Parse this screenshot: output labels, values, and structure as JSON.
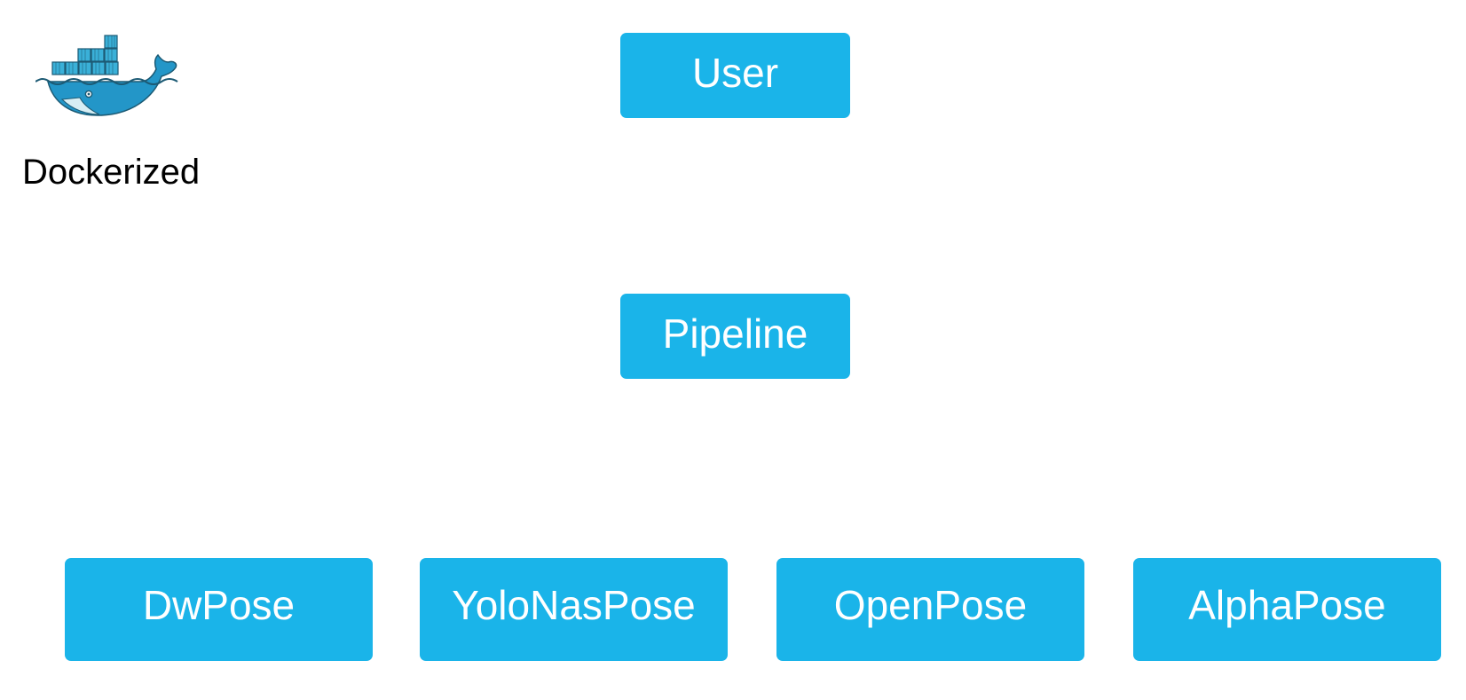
{
  "colors": {
    "node_fill": "#1ab4e9",
    "node_text": "#ffffff",
    "caption_text": "#000000",
    "whale_body": "#2396c8",
    "container_fill": "#3ab0d8",
    "container_stroke": "#1c5a74"
  },
  "logo": {
    "icon": "docker-whale-icon",
    "caption": "Dockerized"
  },
  "nodes": {
    "user": "User",
    "pipeline": "Pipeline",
    "models": [
      "DwPose",
      "YoloNasPose",
      "OpenPose",
      "AlphaPose"
    ]
  }
}
